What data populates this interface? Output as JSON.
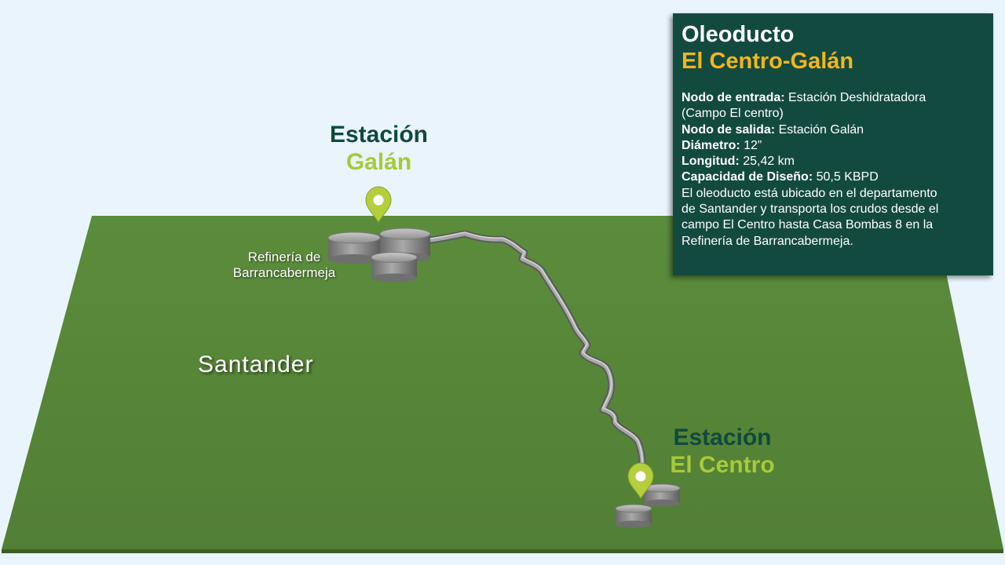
{
  "panel": {
    "title_line1": "Oleoducto",
    "title_line2": "El Centro-Galán",
    "details": [
      {
        "label": "Nodo de entrada:",
        "value": " Estación Deshidratadora"
      },
      {
        "label": "",
        "value": "(Campo El centro)"
      },
      {
        "label": "Nodo de salida:",
        "value": " Estación Galán"
      },
      {
        "label": "Diámetro:",
        "value": " 12”"
      },
      {
        "label": "Longitud:",
        "value": " 25,42 km"
      },
      {
        "label": "Capacidad de Diseño:",
        "value": " 50,5 KBPD"
      }
    ],
    "description_lines": [
      "El oleoducto está ubicado en el departamento",
      "de Santander y transporta los crudos desde el",
      "campo El Centro hasta Casa Bombas 8 en la",
      "Refinería de Barrancabermeja."
    ]
  },
  "map": {
    "station_galan": {
      "line1": "Estación",
      "line2": "Galán"
    },
    "station_centro": {
      "line1": "Estación",
      "line2": "El Centro"
    },
    "refinery_label": {
      "line1": "Refinería de",
      "line2": "Barrancabermeja"
    },
    "region_label": "Santander"
  },
  "colors": {
    "background": "#eaf4fc",
    "land": "#5a8a3a",
    "panel": "#134a40",
    "title_accent": "#f2b61c",
    "station_dark": "#0f4a3c",
    "station_light": "#a8c93a",
    "pin": "#b5cf3c"
  },
  "icons": [
    "map-pin-icon",
    "storage-tank-icon"
  ]
}
